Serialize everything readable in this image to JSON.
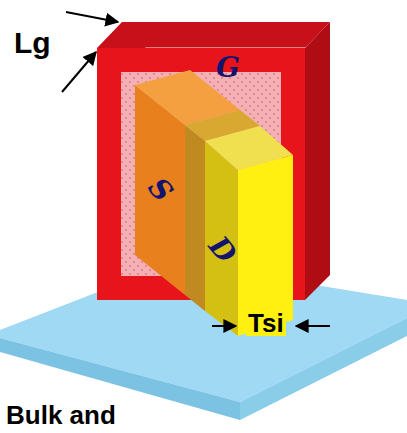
{
  "diagram": {
    "nodes": [
      {
        "text": [
          "G"
        ]
      },
      {
        "text": [
          "S"
        ]
      },
      {
        "text": [
          "D"
        ]
      }
    ],
    "labels": [
      "Lg",
      "Tsi",
      "Bulk and"
    ]
  }
}
